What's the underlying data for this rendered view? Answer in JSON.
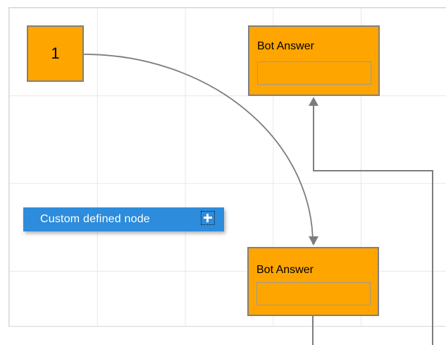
{
  "canvas": {
    "background": "#ffffff",
    "grid_color": "#e7e7e7",
    "border_color": "#d8d8d8"
  },
  "colors": {
    "node_fill": "#FFA500",
    "node_border": "#808080",
    "custom_node_fill": "#2D8CDB",
    "connector": "#7d7d7d",
    "text_dark": "#000000",
    "text_light": "#ffffff"
  },
  "nodes": {
    "start": {
      "label": "1"
    },
    "bot_answers": [
      {
        "title": "Bot Answer",
        "input_value": "",
        "input_placeholder": ""
      },
      {
        "title": "Bot Answer",
        "input_value": "",
        "input_placeholder": ""
      }
    ],
    "custom": {
      "label": "Custom defined node",
      "action_icon": "plus-icon"
    }
  },
  "connectors": [
    {
      "from": "start-node",
      "to": "bot-answer-bottom",
      "style": "curved-arc",
      "arrow": "down"
    },
    {
      "from": "bot-answer-bottom",
      "to": "bot-answer-top",
      "style": "orthogonal",
      "arrow": "up"
    }
  ]
}
